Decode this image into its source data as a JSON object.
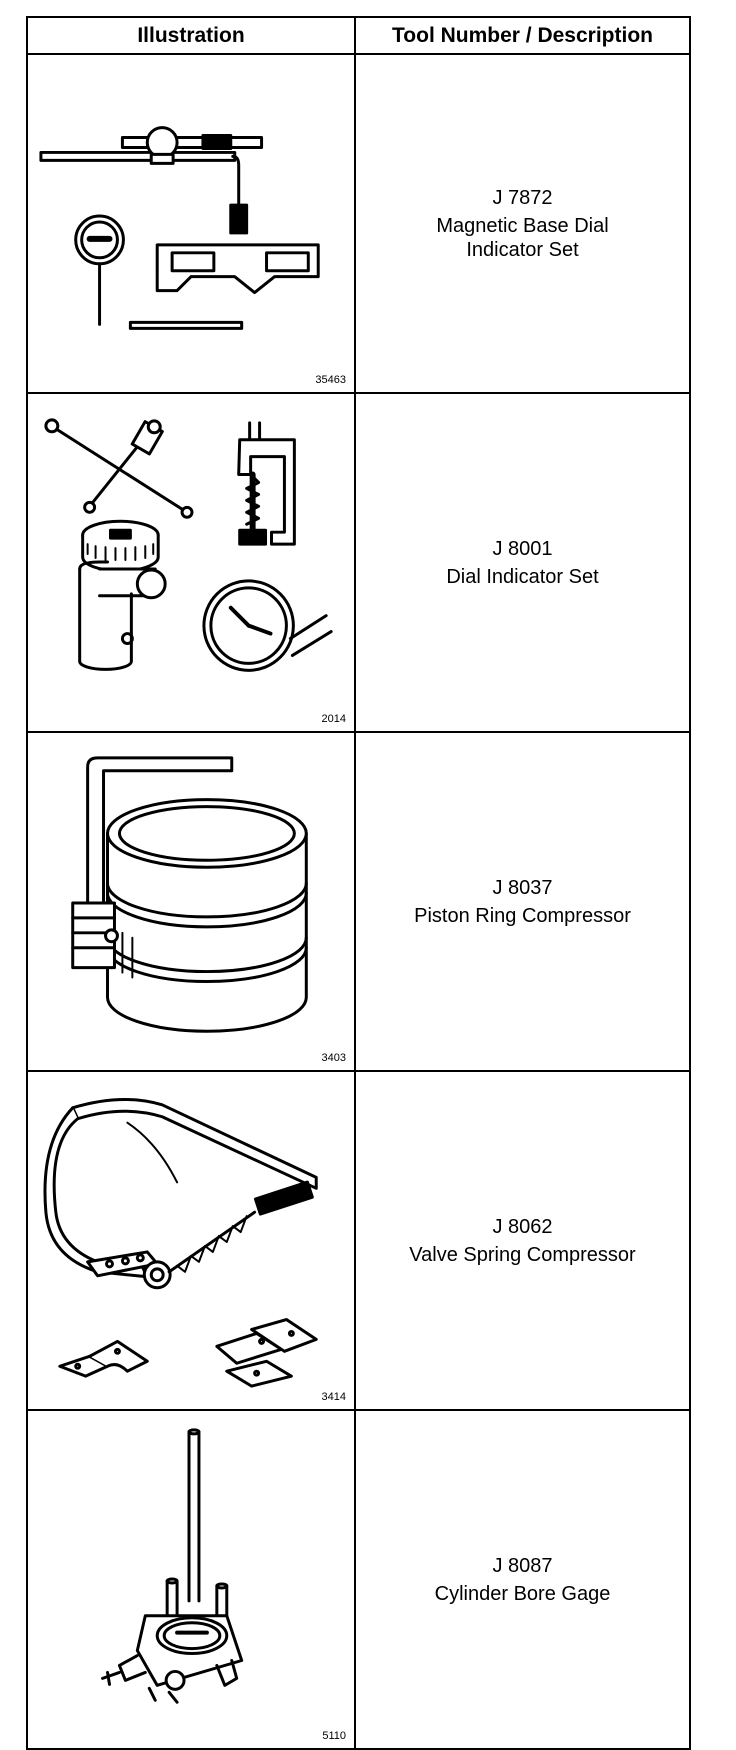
{
  "table": {
    "headers": {
      "illustration": "Illustration",
      "description": "Tool Number / Description"
    },
    "rows": [
      {
        "figure_number": "35463",
        "tool_number": "J 7872",
        "description": "Magnetic Base Dial Indicator Set",
        "icon": "magnetic-base-dial-indicator-icon"
      },
      {
        "figure_number": "2014",
        "tool_number": "J 8001",
        "description": "Dial Indicator Set",
        "icon": "dial-indicator-set-icon"
      },
      {
        "figure_number": "3403",
        "tool_number": "J 8037",
        "description": "Piston Ring Compressor",
        "icon": "piston-ring-compressor-icon"
      },
      {
        "figure_number": "3414",
        "tool_number": "J 8062",
        "description": "Valve Spring Compressor",
        "icon": "valve-spring-compressor-icon"
      },
      {
        "figure_number": "5110",
        "tool_number": "J 8087",
        "description": "Cylinder Bore Gage",
        "icon": "cylinder-bore-gage-icon"
      }
    ]
  }
}
